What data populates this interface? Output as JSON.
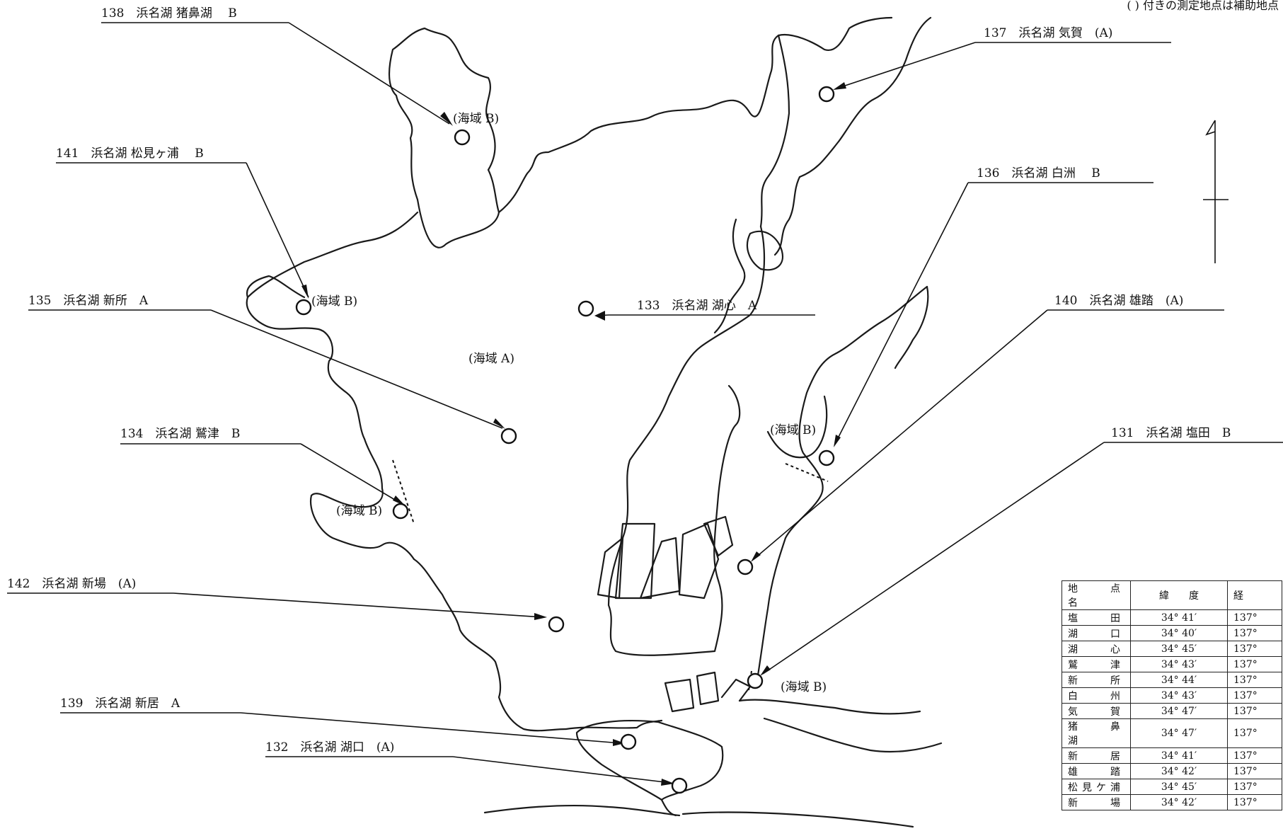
{
  "note": "( ) 付きの測定地点は補助地点",
  "sites": [
    {
      "label": "138　浜名湖 猪鼻湖　 B"
    },
    {
      "label": "137　浜名湖 気賀　(A)"
    },
    {
      "label": "141　浜名湖 松見ヶ浦　 B"
    },
    {
      "label": "136　浜名湖 白洲　 B"
    },
    {
      "label": "135　浜名湖 新所　A"
    },
    {
      "label": "133　浜名湖 湖心　A"
    },
    {
      "label": "140　浜名湖 雄踏　(A)"
    },
    {
      "label": "134　浜名湖 鷲津　B"
    },
    {
      "label": "131　浜名湖 塩田　B"
    },
    {
      "label": "142　浜名湖 新場　(A)"
    },
    {
      "label": "139　浜名湖 新居　A"
    },
    {
      "label": "132　浜名湖 湖口　(A)"
    }
  ],
  "areas": [
    "(海域 B)",
    "(海域 B)",
    "(海域 A)",
    "(海域 B)",
    "(海域 B)",
    "(海域 B)"
  ],
  "table": {
    "headers": [
      "地 点 名",
      "緯　　度",
      "経"
    ],
    "rows": [
      [
        "塩　　田",
        "34°  41′",
        "137°"
      ],
      [
        "湖　　口",
        "34°  40′",
        "137°"
      ],
      [
        "湖　　心",
        "34°  45′",
        "137°"
      ],
      [
        "鷲　　津",
        "34°  43′",
        "137°"
      ],
      [
        "新　　所",
        "34°  44′",
        "137°"
      ],
      [
        "白　　州",
        "34°  43′",
        "137°"
      ],
      [
        "気　　賀",
        "34°  47′",
        "137°"
      ],
      [
        "猪 鼻 湖",
        "34°  47′",
        "137°"
      ],
      [
        "新　　居",
        "34°  41′",
        "137°"
      ],
      [
        "雄　　踏",
        "34°  42′",
        "137°"
      ],
      [
        "松見ケ浦",
        "34°  45′",
        "137°"
      ],
      [
        "新　　場",
        "34°  42′",
        "137°"
      ]
    ]
  }
}
